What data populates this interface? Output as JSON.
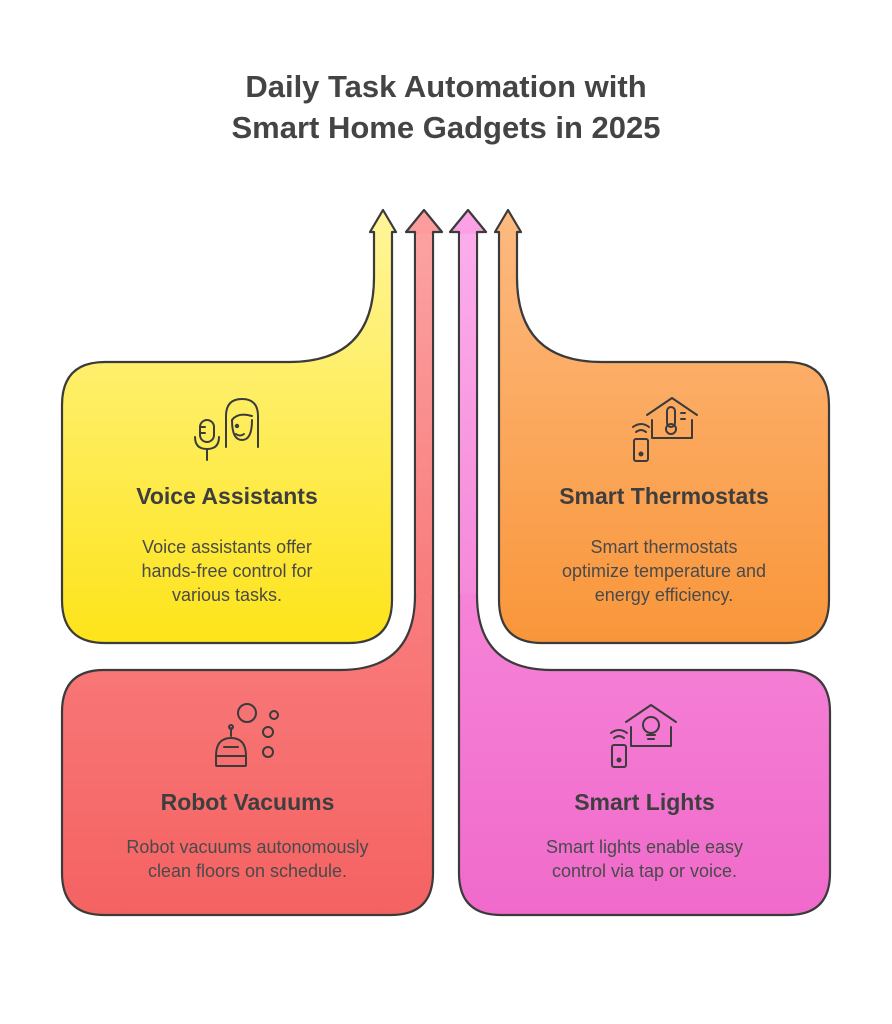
{
  "title": {
    "line1": "Daily Task Automation with",
    "line2": "Smart Home Gadgets in 2025"
  },
  "cards": [
    {
      "id": "voice",
      "title": "Voice Assistants",
      "description": [
        "Voice assistants offer",
        "hands-free control for",
        "various tasks."
      ],
      "icon": "microphone-person-icon",
      "color_top": "#fff48a",
      "color_bottom": "#fde626"
    },
    {
      "id": "thermostat",
      "title": "Smart Thermostats",
      "description": [
        "Smart thermostats",
        "optimize temperature and",
        "energy efficiency."
      ],
      "icon": "house-thermometer-icon",
      "color_top": "#fdb77a",
      "color_bottom": "#f99a3d"
    },
    {
      "id": "vacuum",
      "title": "Robot Vacuums",
      "description": [
        "Robot vacuums autonomously",
        "clean floors on schedule."
      ],
      "icon": "robot-bubbles-icon",
      "color_top": "#fca6a6",
      "color_bottom": "#f76b6b"
    },
    {
      "id": "lights",
      "title": "Smart Lights",
      "description": [
        "Smart lights enable easy",
        "control via tap or voice."
      ],
      "icon": "house-lightbulb-icon",
      "color_top": "#fba6e6",
      "color_bottom": "#f271cf"
    }
  ]
}
